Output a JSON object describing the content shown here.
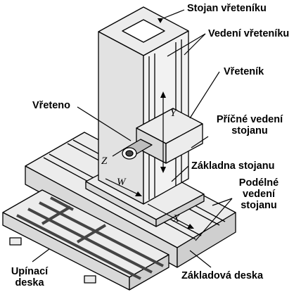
{
  "labels": {
    "stojan_vretenku": "Stojan vřeteníku",
    "vedeni_vretenku": "Vedení vřeteníku",
    "vretenik": "Vřeteník",
    "vreteno": "Vřeteno",
    "pricne_vedeni_1": "Příčné vedení",
    "pricne_vedeni_2": "stojanu",
    "zakladna_stojanu": "Základna stojanu",
    "podelne_vedeni_1": "Podélné",
    "podelne_vedeni_2": "vedení",
    "podelne_vedeni_3": "stojanu",
    "upinaci_deska_1": "Upínací",
    "upinaci_deska_2": "deska",
    "zakladova_deska": "Základová deska"
  },
  "axes": {
    "x": "X",
    "y": "Y",
    "z": "Z",
    "w": "W"
  },
  "colors": {
    "line": "#000000",
    "part_fill": "#ececec",
    "part_shade": "#cfcfcf",
    "slot": "#444444"
  }
}
